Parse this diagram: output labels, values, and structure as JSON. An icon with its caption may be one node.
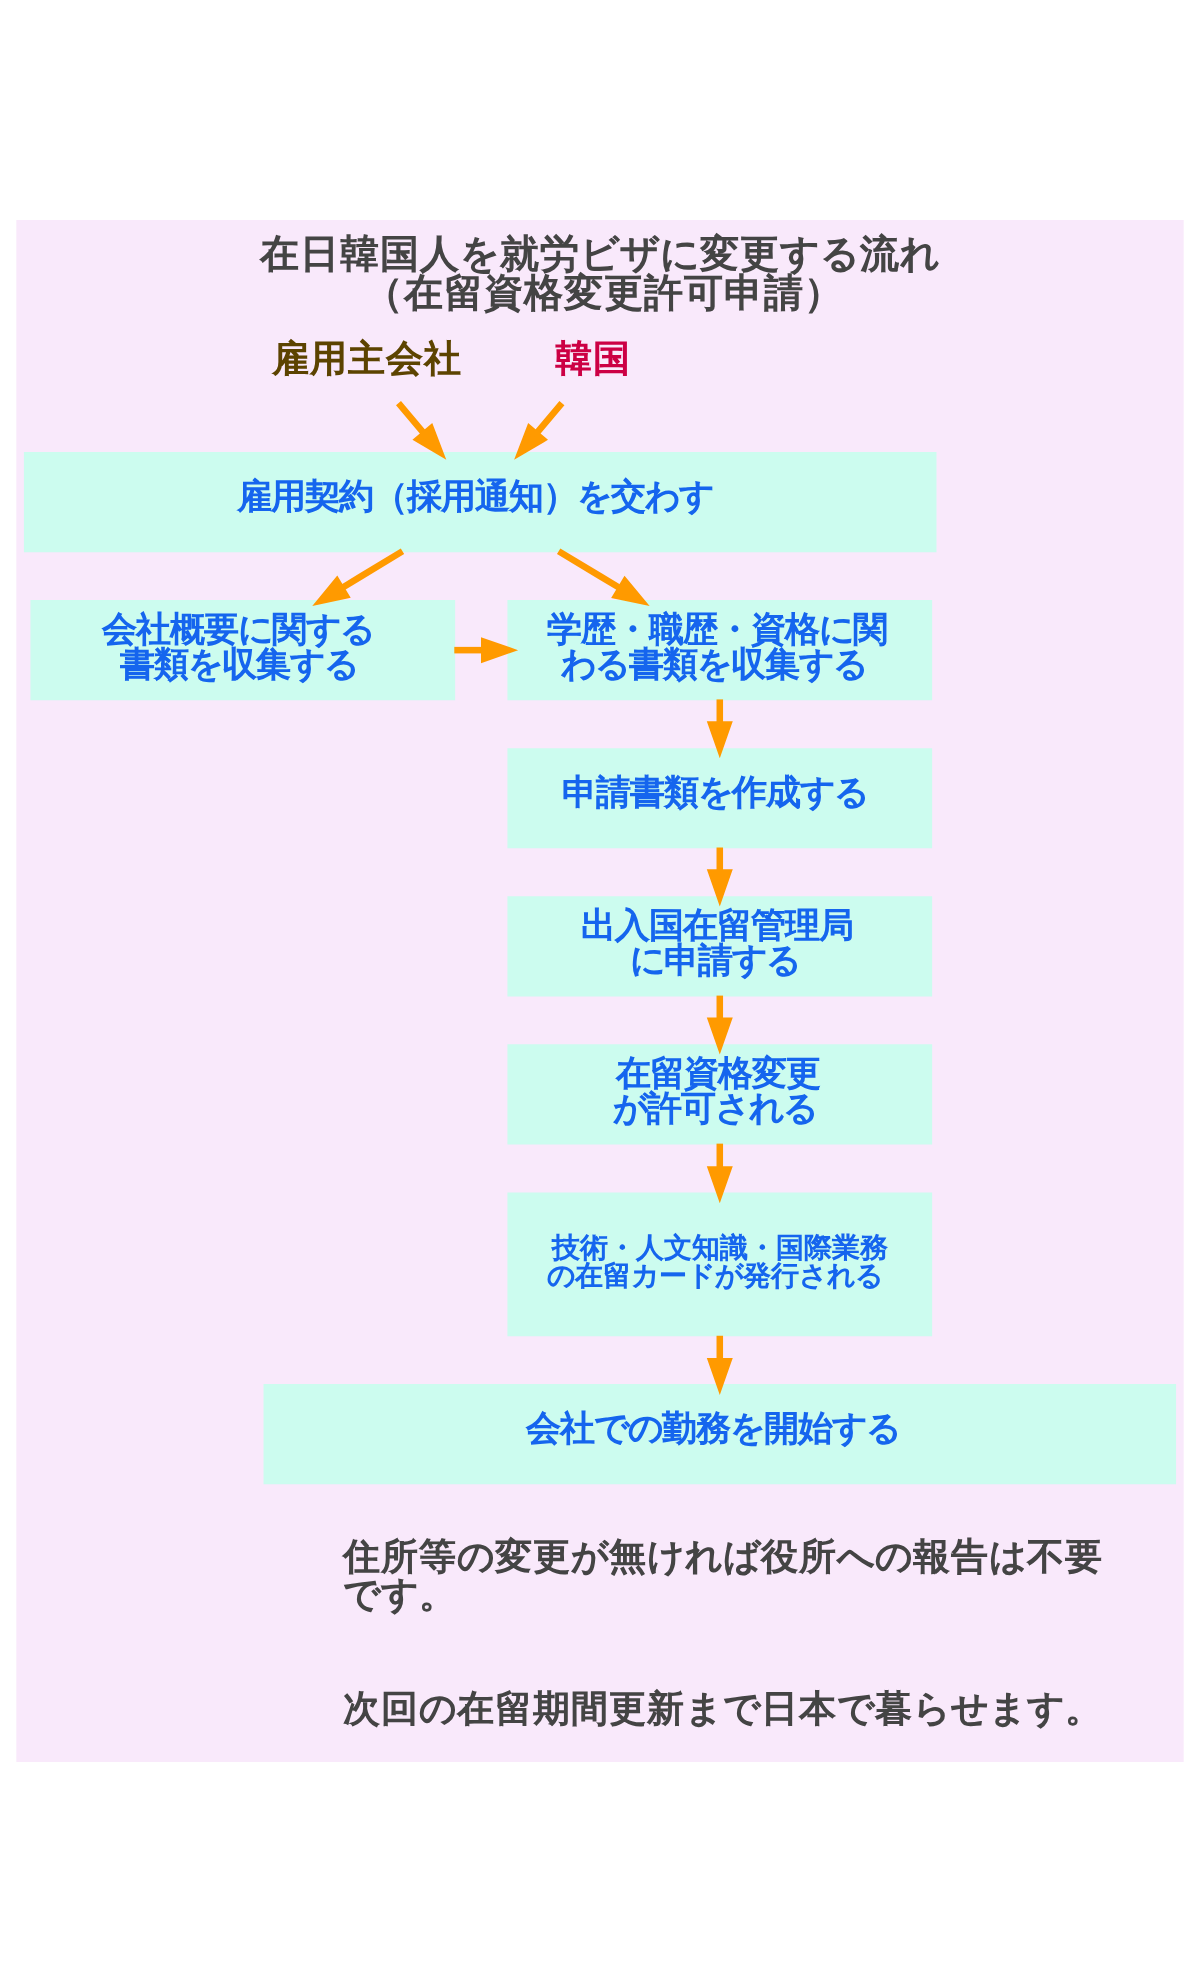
{
  "diagram": {
    "title": "在日韓国人を就労ビザに変更する流れ（在留資格変更許可申請）",
    "nodes": [
      {
        "text": [
          "雇用主会社"
        ]
      },
      {
        "text": [
          "韓国"
        ]
      },
      {
        "text": [
          "雇用契約（採用通知）を交わす"
        ]
      },
      {
        "text": [
          "会社概要に関する書類を収集する"
        ]
      },
      {
        "text": [
          "学歴・職歴・資格に関わる書類を収集する"
        ]
      },
      {
        "text": [
          "申請書類を作成する"
        ]
      },
      {
        "text": [
          "出入国在留管理局に申請する"
        ]
      },
      {
        "text": [
          "在留資格変更が許可される"
        ]
      },
      {
        "text": [
          "技術・人文知識・国際業務の在留カードが発行される"
        ]
      },
      {
        "text": [
          "会社での勤務を開始する"
        ]
      }
    ],
    "edges": [
      {
        "from": 0,
        "to": 2,
        "arrow": "to"
      },
      {
        "from": 1,
        "to": 2,
        "arrow": "to"
      },
      {
        "from": 2,
        "to": 3,
        "arrow": "to"
      },
      {
        "from": 2,
        "to": 4,
        "arrow": "to"
      },
      {
        "from": 3,
        "to": 4,
        "arrow": "to"
      },
      {
        "from": 4,
        "to": 5,
        "arrow": "to"
      },
      {
        "from": 5,
        "to": 6,
        "arrow": "to"
      },
      {
        "from": 6,
        "to": 7,
        "arrow": "to"
      },
      {
        "from": 7,
        "to": 8,
        "arrow": "to"
      },
      {
        "from": 8,
        "to": 9,
        "arrow": "to"
      }
    ],
    "labels": [
      "住所等の変更が無ければ役所への報告は不要です。",
      "次回の在留期間更新まで日本で暮らせます。"
    ]
  }
}
